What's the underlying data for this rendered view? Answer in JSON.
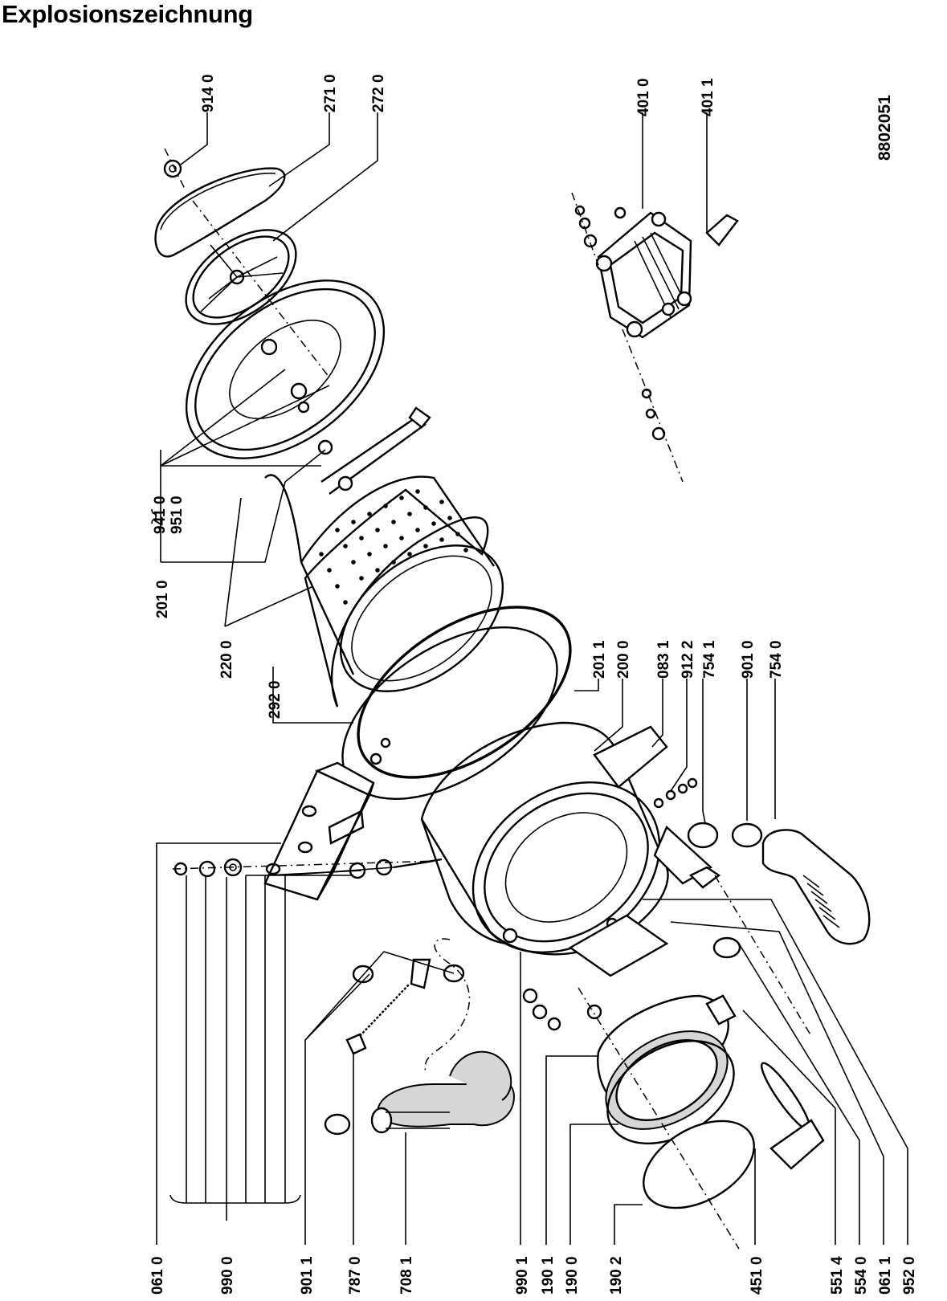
{
  "title": "Explosionszeichnung",
  "drawing_number": "8802051",
  "labels": {
    "bottom": [
      "061 0",
      "990 0",
      "901 1",
      "787 0",
      "708 1",
      "990 1",
      "190 1",
      "190 0",
      "190 2",
      "451 0",
      "551 4",
      "554 0",
      "061 1",
      "952 0"
    ],
    "middle_left": [
      "201 0",
      "220 0",
      "292 0"
    ],
    "middle_right": [
      "201 1",
      "200 0",
      "083 1",
      "912 2",
      "754 1",
      "901 0",
      "754 0"
    ],
    "top": [
      "914 0",
      "271 0",
      "272 0"
    ],
    "bracket": [
      "941 0",
      "951 0"
    ],
    "motor": [
      "401 0",
      "401 1"
    ]
  }
}
